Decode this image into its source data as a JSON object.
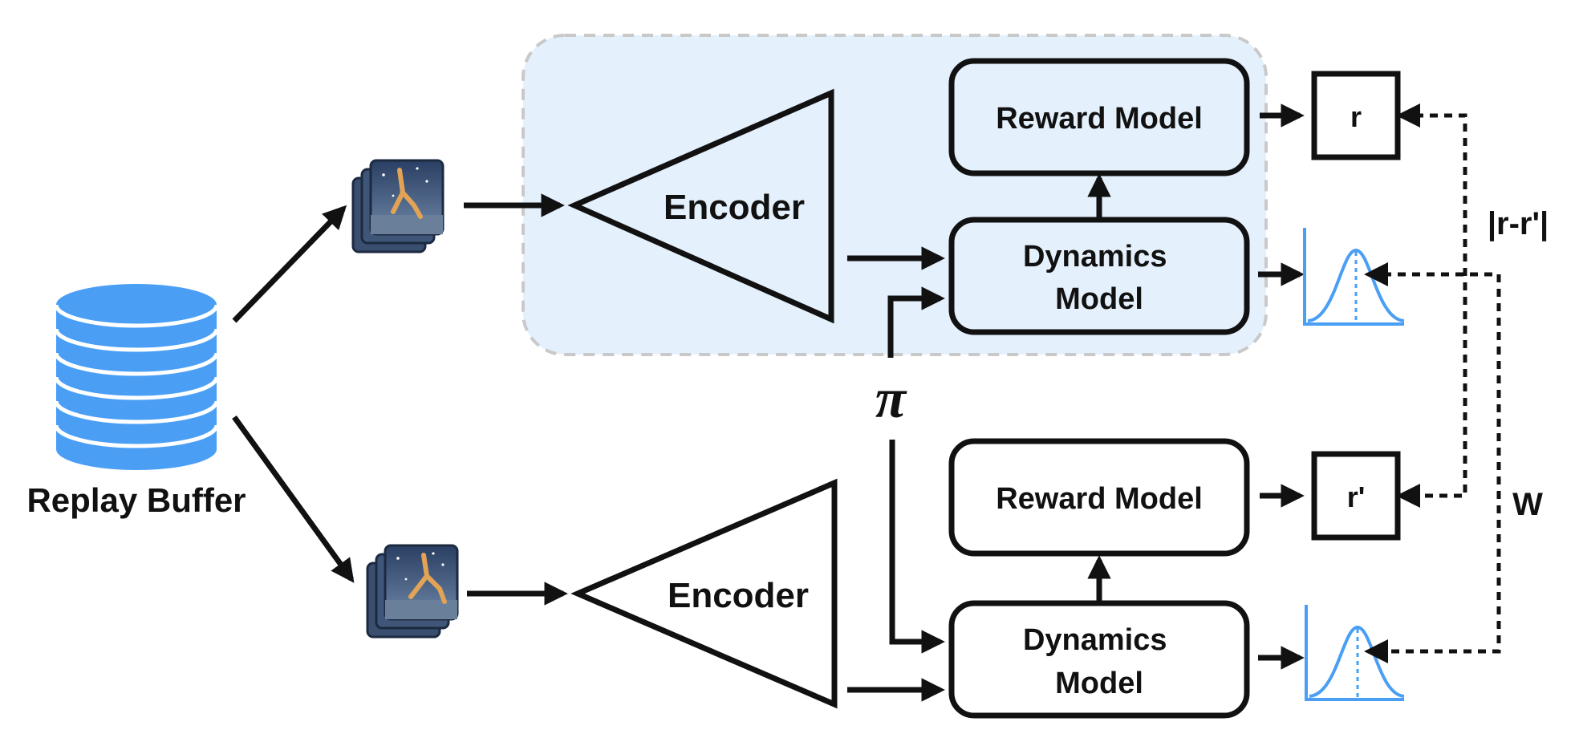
{
  "replay_buffer": {
    "label": "Replay Buffer",
    "color": "#4a9ff5"
  },
  "top_branch": {
    "encoder_label": "Encoder",
    "reward_model_label": "Reward Model",
    "dynamics_model_label": [
      "Dynamics",
      "Model"
    ],
    "reward_output": "r",
    "highlight_color": "#e4f0fc"
  },
  "bottom_branch": {
    "encoder_label": "Encoder",
    "reward_model_label": "Reward Model",
    "dynamics_model_label": [
      "Dynamics",
      "Model"
    ],
    "reward_output": "r'"
  },
  "policy_label": "π",
  "reward_loss_label": "|r-r'|",
  "distribution_loss_label": "W",
  "distribution_color": "#4a9ff5",
  "icons": [
    "database-icon",
    "walker-frames-icon",
    "gaussian-distribution-icon"
  ]
}
